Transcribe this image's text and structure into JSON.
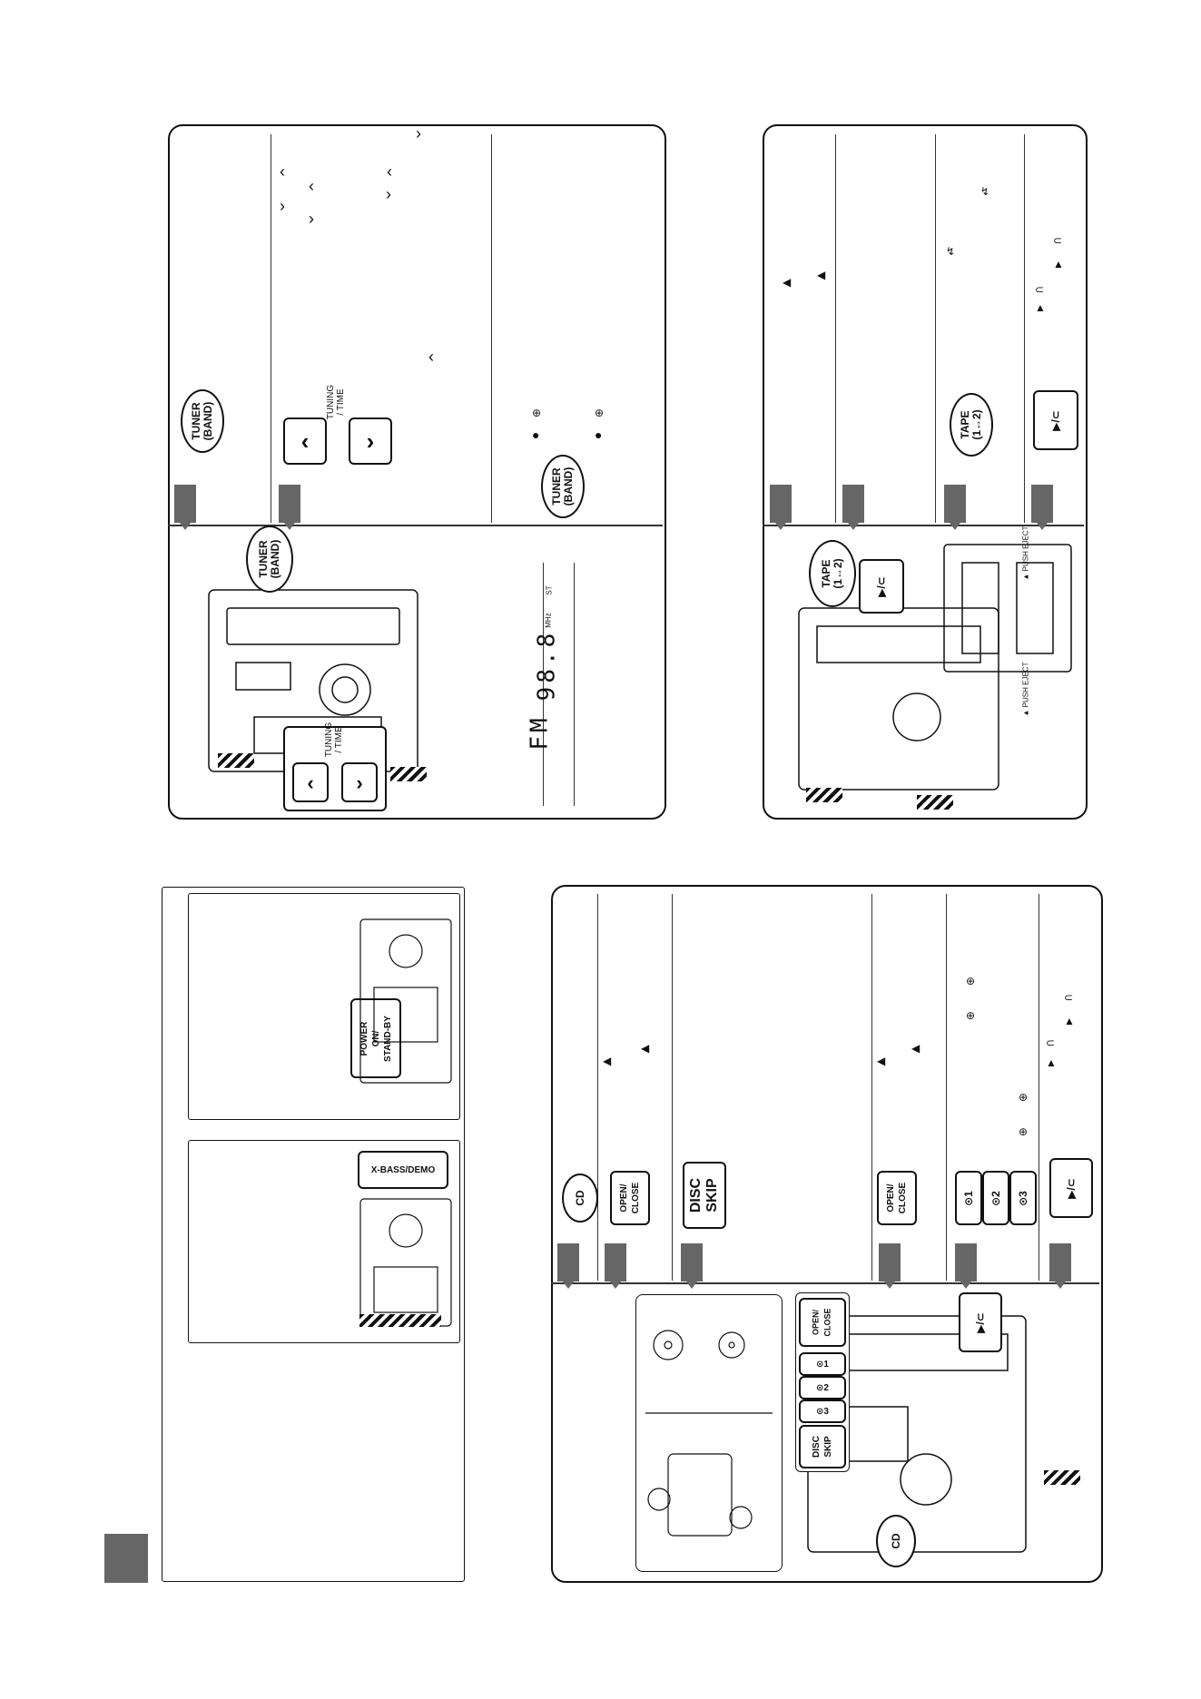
{
  "tuner_panel": {
    "tuner_button": "TUNER\n(BAND)",
    "tuning_label": "TUNING\n/ TIME",
    "tuning_down": "‹",
    "tuning_up": "›",
    "display_band": "FM",
    "display_freq": "98.8",
    "display_unit": "MHz",
    "display_st": "ST"
  },
  "tape_panel": {
    "tape_button": "TAPE\n(1↔2)",
    "play_symbol": "▶/⊂",
    "eject_label_1": "▲ PUSH EJECT",
    "eject_label_2": "▲ PUSH EJECT"
  },
  "power_panel": {
    "power_button": "POWER\nON/\nSTAND-BY",
    "xbass_button": "X-BASS/DEMO"
  },
  "cd_panel": {
    "cd_button": "CD",
    "open_close": "OPEN/\nCLOSE",
    "disc_skip": "DISC\nSKIP",
    "disc_1": "⊙1",
    "disc_2": "⊙2",
    "disc_3": "⊙3",
    "play_symbol": "▶/⊂"
  }
}
